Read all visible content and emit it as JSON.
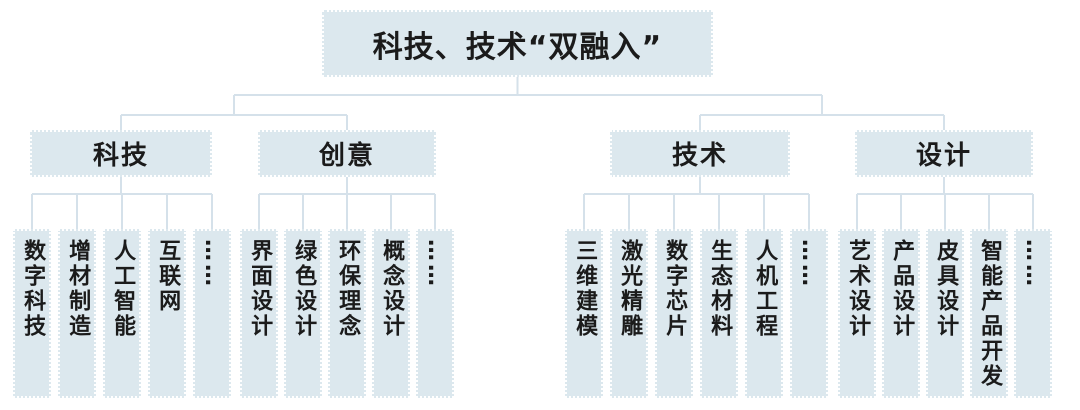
{
  "diagram": {
    "title": "科技、技术“双融入”",
    "branches": [
      {
        "label": "科技",
        "children": [
          "数字科技",
          "增材制造",
          "人工智能",
          "互联网",
          "……"
        ]
      },
      {
        "label": "创意",
        "children": [
          "界面设计",
          "绿色设计",
          "环保理念",
          "概念设计",
          "……"
        ]
      },
      {
        "label": "技术",
        "children": [
          "三维建模",
          "激光精雕",
          "数字芯片",
          "生态材料",
          "人机工程",
          "……"
        ]
      },
      {
        "label": "设计",
        "children": [
          "艺术设计",
          "产品设计",
          "皮具设计",
          "智能产品开发",
          "……"
        ]
      }
    ]
  },
  "colors": {
    "node_fill": "#dce8ee",
    "node_border_dots": "#ffffff",
    "connector_line": "#d5e1ea",
    "text": "#1b1b1b",
    "background": "#ffffff"
  }
}
